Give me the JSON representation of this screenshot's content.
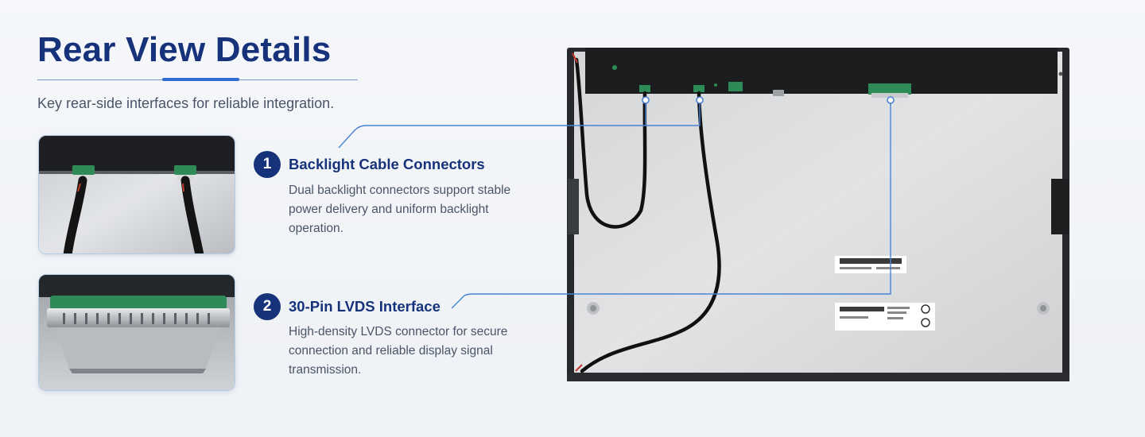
{
  "header": {
    "title": "Rear View Details",
    "subtitle": "Key rear-side interfaces for reliable integration."
  },
  "features": [
    {
      "number": "1",
      "title": "Backlight Cable Connectors",
      "description": "Dual backlight connectors support stable power delivery and uniform backlight operation."
    },
    {
      "number": "2",
      "title": "30-Pin LVDS Interface",
      "description": "High-density LVDS connector for secure connection and reliable display signal transmission."
    }
  ],
  "colors": {
    "accent": "#2f6bd0",
    "title": "#16327a",
    "badge": "#16327a",
    "callout_line": "#4a82d6",
    "panel_back": "#d9dadb",
    "panel_frame": "#1e2022",
    "connector_green": "#2e8b57"
  },
  "images": {
    "thumbnail_1": "backlight-connectors-closeup",
    "thumbnail_2": "lvds-connector-closeup",
    "main": "lcd-panel-rear-view"
  }
}
